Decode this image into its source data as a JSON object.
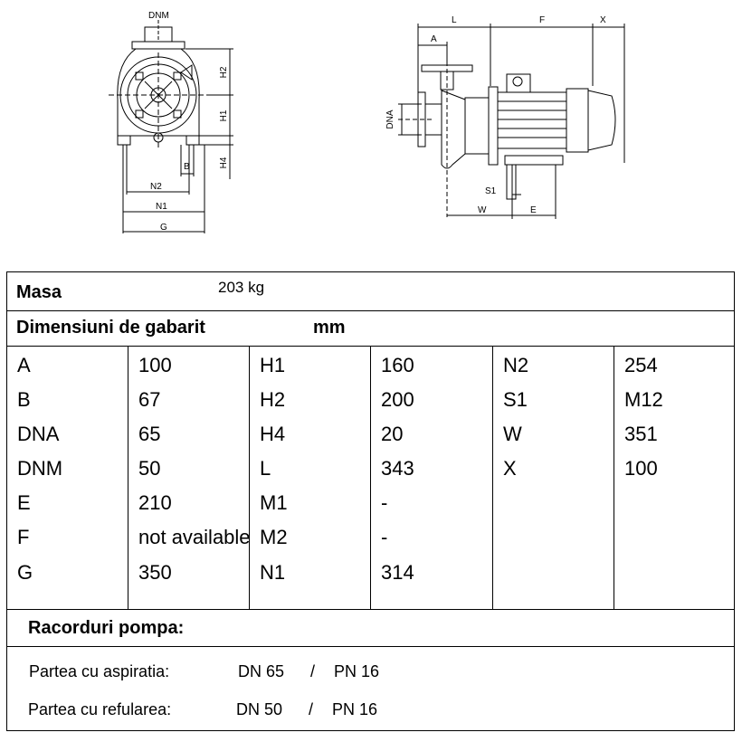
{
  "drawing_labels": {
    "front": {
      "dnm": "DNM",
      "h2": "H2",
      "h1": "H1",
      "h4": "H4",
      "b": "B",
      "n2": "N2",
      "n1": "N1",
      "g": "G"
    },
    "side": {
      "l": "L",
      "f": "F",
      "x": "X",
      "a": "A",
      "dna": "DNA",
      "s1": "S1",
      "w": "W",
      "e": "E"
    }
  },
  "mass": {
    "label": "Masa",
    "value": "203 kg"
  },
  "dimensions": {
    "label": "Dimensiuni de gabarit",
    "unit": "mm"
  },
  "table": {
    "columns": [
      {
        "names": [
          "A",
          "B",
          "DNA",
          "DNM",
          "E",
          "F",
          "G"
        ],
        "values": [
          "100",
          "67",
          "65",
          "50",
          "210",
          "not available",
          "350"
        ]
      },
      {
        "names": [
          "H1",
          "H2",
          "H4",
          "L",
          "M1",
          "M2",
          "N1"
        ],
        "values": [
          "160",
          "200",
          "20",
          "343",
          "-",
          "-",
          "314"
        ]
      },
      {
        "names": [
          "N2",
          "S1",
          "W",
          "X"
        ],
        "values": [
          "254",
          "M12",
          "351",
          "100"
        ]
      }
    ]
  },
  "connections": {
    "title": "Racorduri pompa:",
    "suction": {
      "label": "Partea cu aspiratia:",
      "dn": "DN 65",
      "sep": "/",
      "pn": "PN 16"
    },
    "discharge": {
      "label": "Partea cu refularea:",
      "dn": "DN 50",
      "sep": "/",
      "pn": "PN 16"
    }
  }
}
